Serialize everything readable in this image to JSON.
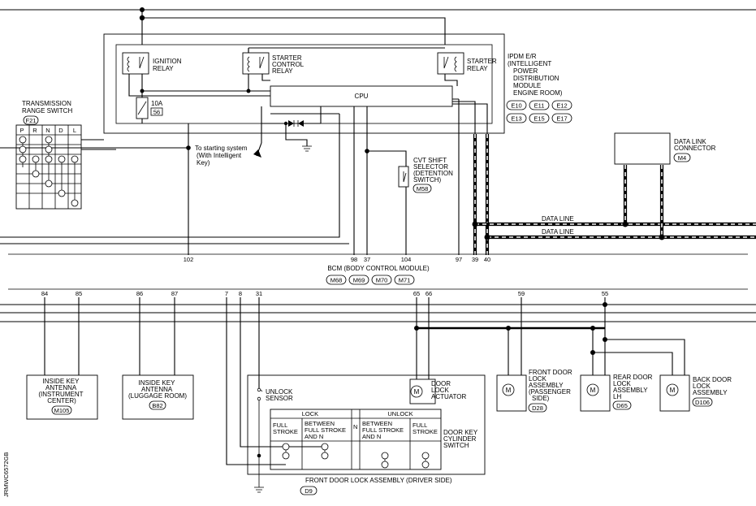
{
  "ipdm": {
    "title_lines": [
      "IPDM E/R",
      "(INTELLIGENT",
      "POWER",
      "DISTRIBUTION",
      "MODULE",
      "ENGINE ROOM)"
    ],
    "connectors": [
      "E10",
      "E11",
      "E12",
      "E13",
      "E15",
      "E17"
    ],
    "cpu": "CPU",
    "ignition_relay": [
      "IGNITION",
      "RELAY"
    ],
    "starter_control_relay": [
      "STARTER",
      "CONTROL",
      "RELAY"
    ],
    "starter_relay": [
      "STARTER",
      "RELAY"
    ],
    "fuse_rating": "10A",
    "fuse_number": "56"
  },
  "transmission_range_switch": {
    "label_lines": [
      "TRANSMISSION",
      "RANGE SWITCH"
    ],
    "connector": "F21",
    "columns": [
      "P",
      "R",
      "N",
      "D",
      "L"
    ]
  },
  "starting_system_note": [
    "To starting system",
    "(With Intelligent",
    "Key)"
  ],
  "cvt_shift_selector": {
    "label_lines": [
      "CVT SHIFT",
      "SELECTOR",
      "(DETENTION",
      "SWITCH)"
    ],
    "connector": "M58"
  },
  "data_link_connector": {
    "label_lines": [
      "DATA LINK",
      "CONNECTOR"
    ],
    "connector": "M4"
  },
  "data_line_label": "DATA LINE",
  "bcm": {
    "label": "BCM (BODY CONTROL MODULE)",
    "connectors": [
      "M68",
      "M69",
      "M70",
      "M71"
    ],
    "upper_pins": [
      "102",
      "98",
      "37",
      "104",
      "97",
      "39",
      "40"
    ],
    "lower_pins": [
      "84",
      "85",
      "86",
      "87",
      "7",
      "8",
      "31",
      "65",
      "66",
      "59",
      "55"
    ]
  },
  "inside_key_antenna_instrument": {
    "label_lines": [
      "INSIDE KEY",
      "ANTENNA",
      "(INSTRUMENT",
      "CENTER)"
    ],
    "connector": "M105"
  },
  "inside_key_antenna_luggage": {
    "label_lines": [
      "INSIDE KEY",
      "ANTENNA",
      "(LUGGAGE ROOM)"
    ],
    "connector": "B82"
  },
  "driver_door": {
    "unlock_sensor_lines": [
      "UNLOCK",
      "SENSOR"
    ],
    "door_lock_actuator_lines": [
      "DOOR",
      "LOCK",
      "ACTUATOR"
    ],
    "cylinder_switch_lines": [
      "DOOR KEY",
      "CYLINDER",
      "SWITCH"
    ],
    "table": {
      "lock": "LOCK",
      "unlock": "UNLOCK",
      "full_stroke_lines": [
        "FULL",
        "STROKE"
      ],
      "between_lines": [
        "BETWEEN",
        "FULL STROKE",
        "AND N"
      ],
      "neutral": "N"
    },
    "assembly_label": "FRONT DOOR LOCK ASSEMBLY (DRIVER SIDE)",
    "connector": "D9"
  },
  "front_door_passenger": {
    "label_lines": [
      "FRONT DOOR",
      "LOCK",
      "ASSEMBLY",
      "(PASSENGER",
      "SIDE)"
    ],
    "connector": "D28"
  },
  "rear_door_lh": {
    "label_lines": [
      "REAR DOOR",
      "LOCK",
      "ASSEMBLY",
      "LH"
    ],
    "connector": "D65"
  },
  "back_door": {
    "label_lines": [
      "BACK DOOR",
      "LOCK",
      "ASSEMBLY"
    ],
    "connector": "D106"
  },
  "motor_symbol": "M",
  "figure_code": "JRMWC6572GB"
}
